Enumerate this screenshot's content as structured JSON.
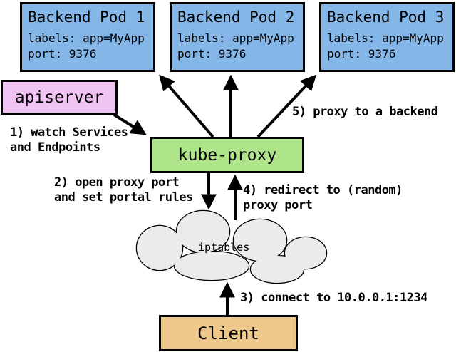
{
  "colors": {
    "pod": "#84b7e8",
    "apiserver": "#f0c3f2",
    "kube_proxy": "#aee58a",
    "client": "#eec88a",
    "cloud": "#ebebeb",
    "outline": "#000000",
    "background": "#ffffff"
  },
  "nodes": {
    "pods": [
      {
        "title": "Backend Pod 1",
        "labels": "labels: app=MyApp",
        "port": "port: 9376"
      },
      {
        "title": "Backend Pod 2",
        "labels": "labels: app=MyApp",
        "port": "port: 9376"
      },
      {
        "title": "Backend Pod 3",
        "labels": "labels: app=MyApp",
        "port": "port: 9376"
      }
    ],
    "apiserver": "apiserver",
    "kube_proxy": "kube-proxy",
    "iptables": "iptables",
    "client": "Client"
  },
  "annotations": {
    "step1": "1) watch Services\nand Endpoints",
    "step2": "2) open proxy port\nand set portal rules",
    "step3": "3) connect to 10.0.0.1:1234",
    "step4": "4) redirect to (random)\nproxy port",
    "step5": "5) proxy to a backend"
  }
}
